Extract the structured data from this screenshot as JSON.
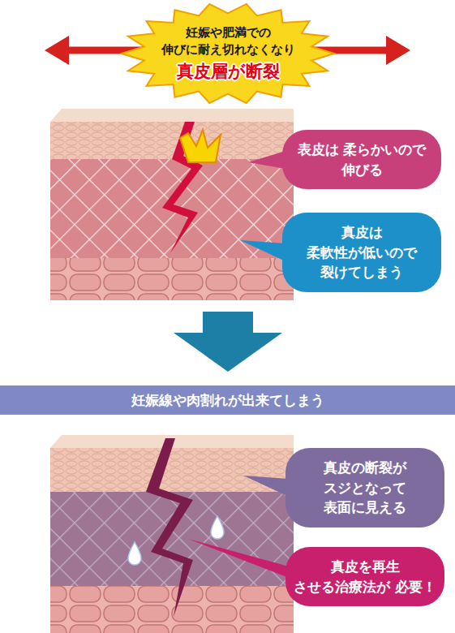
{
  "diagram": {
    "nodes": [
      {
        "text": [
          "妊娠や肥満での 伸びに耐え切れなくなり",
          "真皮層が断裂"
        ]
      },
      {
        "text": [
          "表皮は 柔らかいので 伸びる"
        ]
      },
      {
        "text": [
          "真皮は 柔軟性が低いので 裂けてしまう"
        ]
      },
      {
        "text": [
          "妊娠線や肉割れが出来てしまう"
        ]
      },
      {
        "text": [
          "真皮の断裂が スジとなって 表面に見える"
        ]
      },
      {
        "text": [
          "真皮を再生 させる治療法が 必要！"
        ]
      }
    ]
  }
}
